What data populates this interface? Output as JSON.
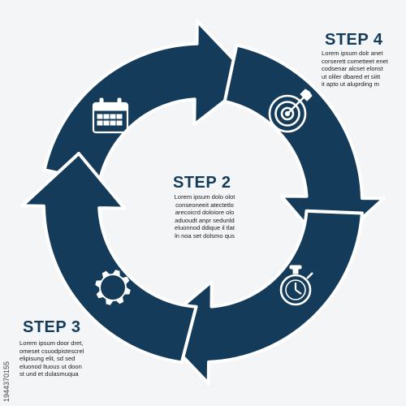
{
  "colors": {
    "fill": "#143b59",
    "outline": "#143b59",
    "background": "#f4f5f6",
    "icon": "#ffffff",
    "text": "#1b1b1b"
  },
  "step2": {
    "title": "STEP 2",
    "lines": [
      "Lorem ipsum dolo olot",
      "conseoneeit atectetlo",
      "arecoicrd doloiore olo",
      "aduoudt anpr sedunld",
      "eluonnod ddique il tlat",
      "ln noa set dolsmo qus"
    ]
  },
  "step3": {
    "title": "STEP 3",
    "lines": [
      "Lorem ipsum door dret,",
      "omeset csuodpistescrel",
      "elipisung elit,  sd sed",
      "eluonod ltuous ut doon",
      "st und et dulasmuqua"
    ]
  },
  "step4": {
    "title": "STEP 4",
    "lines": [
      "Lorem ipsum dolr anet",
      "corserett cometteet enet",
      "codsenar alcset  elonst",
      "ut oliler dbared et siitt",
      "it apto ut aluprding m"
    ]
  },
  "icons": [
    "calendar-icon",
    "target-icon",
    "stopwatch-icon",
    "gear-lightbulb-icon"
  ],
  "watermark_id": "1944370155"
}
